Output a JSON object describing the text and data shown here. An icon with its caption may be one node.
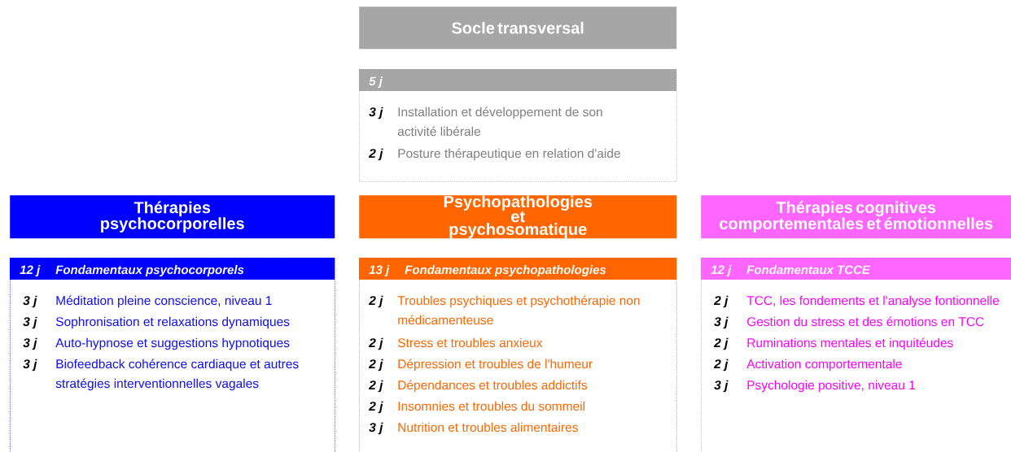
{
  "diagram": {
    "nodes": [
      {
        "text": [
          "Socle transversal"
        ]
      },
      {
        "text": [
          "5 j"
        ]
      },
      {
        "text": [
          "3 j",
          "Installation et développement de son activité libérale"
        ],
        "in": 1
      },
      {
        "text": [
          "2 j",
          "Posture thérapeutique en relation d'aide"
        ],
        "in": 1
      },
      {
        "text": [
          "Thérapies psychocorporelles"
        ]
      },
      {
        "text": [
          "12 j",
          "Fondamentaux psychocorporels"
        ]
      },
      {
        "text": [
          "3 j",
          "Méditation pleine conscience, niveau 1"
        ],
        "in": 5
      },
      {
        "text": [
          "3 j",
          "Sophronisation et relaxations dynamiques"
        ],
        "in": 5
      },
      {
        "text": [
          "3 j",
          "Auto-hypnose et suggestions hypnotiques"
        ],
        "in": 5
      },
      {
        "text": [
          "3 j",
          "Biofeedback cohérence cardiaque et autres stratégies interventionnelles vagales"
        ],
        "in": 5
      },
      {
        "text": [
          "Psychopathologies et psychosomatique"
        ]
      },
      {
        "text": [
          "13 j",
          "Fondamentaux psychopathologies"
        ]
      },
      {
        "text": [
          "2 j",
          "Troubles psychiques et psychothérapie non médicamenteuse"
        ],
        "in": 11
      },
      {
        "text": [
          "2 j",
          "Stress et troubles anxieux"
        ],
        "in": 11
      },
      {
        "text": [
          "2 j",
          "Dépression et troubles de l'humeur"
        ],
        "in": 11
      },
      {
        "text": [
          "2 j",
          "Dépendances et troubles addictifs"
        ],
        "in": 11
      },
      {
        "text": [
          "2 j",
          "Insomnies et troubles du sommeil"
        ],
        "in": 11
      },
      {
        "text": [
          "3 j",
          "Nutrition et troubles alimentaires"
        ],
        "in": 11
      },
      {
        "text": [
          "Thérapies cognitives comportementales et émotionnelles"
        ]
      },
      {
        "text": [
          "12 j",
          "Fondamentaux TCCE"
        ]
      },
      {
        "text": [
          "2 j",
          "TCC, les fondements et l'analyse fontionnelle"
        ],
        "in": 19
      },
      {
        "text": [
          "3 j",
          "Gestion du stress et des émotions en TCC"
        ],
        "in": 19
      },
      {
        "text": [
          "2 j",
          "Ruminations mentales et inquitéudes"
        ],
        "in": 19
      },
      {
        "text": [
          "2 j",
          "Activation comportementale"
        ],
        "in": 19
      },
      {
        "text": [
          "3 j",
          "Psychologie positive, niveau 1"
        ],
        "in": 19
      }
    ]
  }
}
